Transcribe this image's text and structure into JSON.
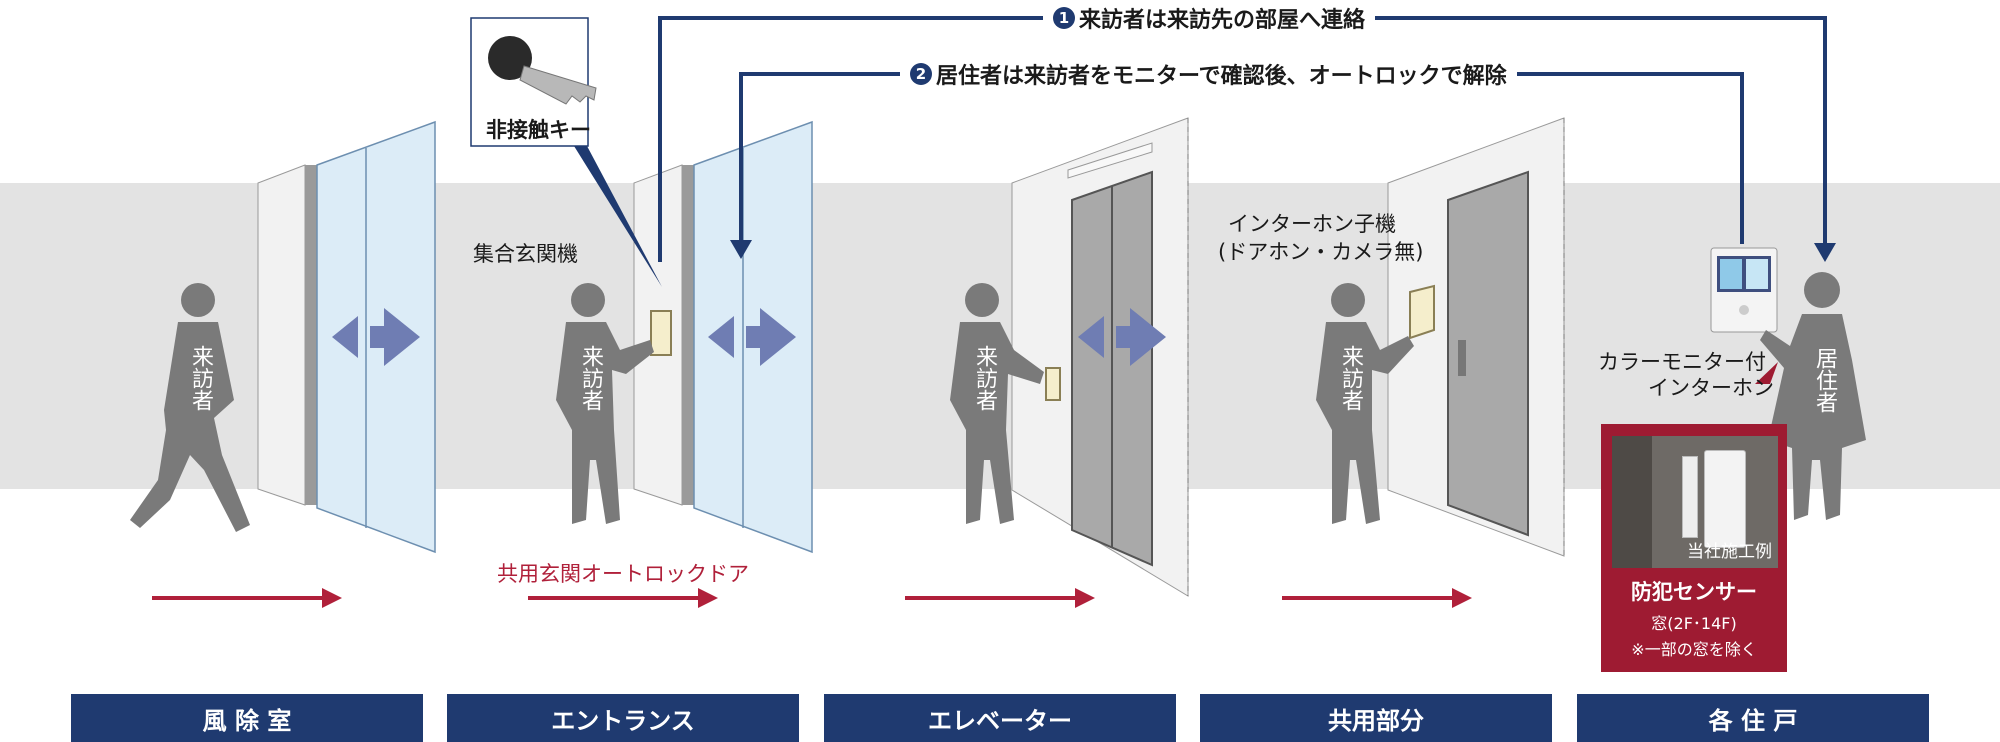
{
  "steps": [
    {
      "number": "1",
      "text": "来訪者は来訪先の部屋へ連絡"
    },
    {
      "number": "2",
      "text": "居住者は来訪者をモニターで確認後、オートロックで解除"
    }
  ],
  "labels": {
    "key": "非接触キー",
    "panel": "集合玄関機",
    "intercom_sub": [
      "インターホン子機",
      "(ドアホン・カメラ無)"
    ],
    "monitor": [
      "カラーモニター付",
      "インターホン"
    ],
    "autolock_door": "共用玄関オートロックドア"
  },
  "visitor_label": "来訪者",
  "resident_label": "居住者",
  "sensor": {
    "photo_caption": "当社施工例",
    "title": "防犯センサー",
    "line1": "窓(2F･14F)",
    "line2": "※一部の窓を除く"
  },
  "sections": [
    "風 除 室",
    "エントランス",
    "エレベーター",
    "共用部分",
    "各 住 戸"
  ],
  "colors": {
    "navy": "#1f3a70",
    "red": "#b0203a",
    "wall": "#e4e4e4",
    "person": "#7a7a7a",
    "glass": "#dcecf7",
    "arrow_blue": "#6f7db3"
  }
}
